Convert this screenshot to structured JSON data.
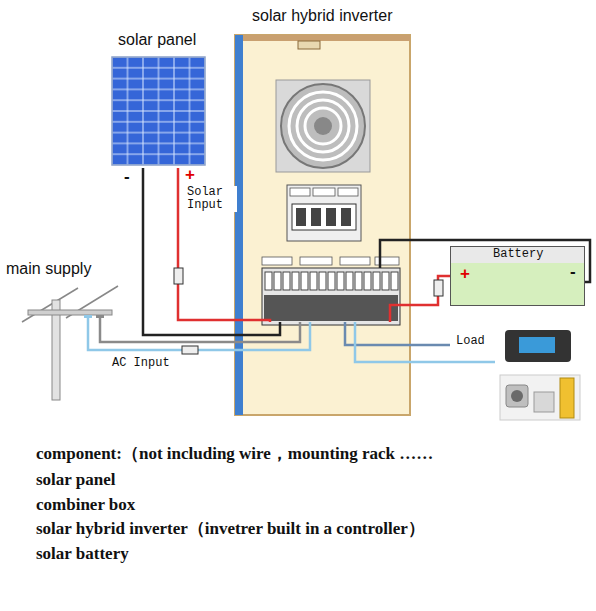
{
  "diagram": {
    "nodes": [
      {
        "text": [
          "solar hybrid inverter"
        ]
      },
      {
        "text": [
          "solar panel"
        ]
      },
      {
        "text": [
          "Battery",
          "+",
          "-"
        ]
      },
      {
        "text": [
          "main supply"
        ]
      },
      {
        "text": [
          "Load"
        ]
      }
    ],
    "edges": [
      {
        "from": 1,
        "to": 0,
        "arrow": "none",
        "label": "Solar Input"
      },
      {
        "from": 3,
        "to": 0,
        "arrow": "none",
        "label": "AC Input"
      },
      {
        "from": 0,
        "to": 2,
        "arrow": "none"
      },
      {
        "from": 0,
        "to": 4,
        "arrow": "none"
      }
    ],
    "labels": [
      "-",
      "+",
      "component:（not including wire，mounting rack ……",
      "solar panel",
      "combiner box",
      "solar hybrid inverter（invetrer built in a controller）",
      "solar battery"
    ]
  }
}
